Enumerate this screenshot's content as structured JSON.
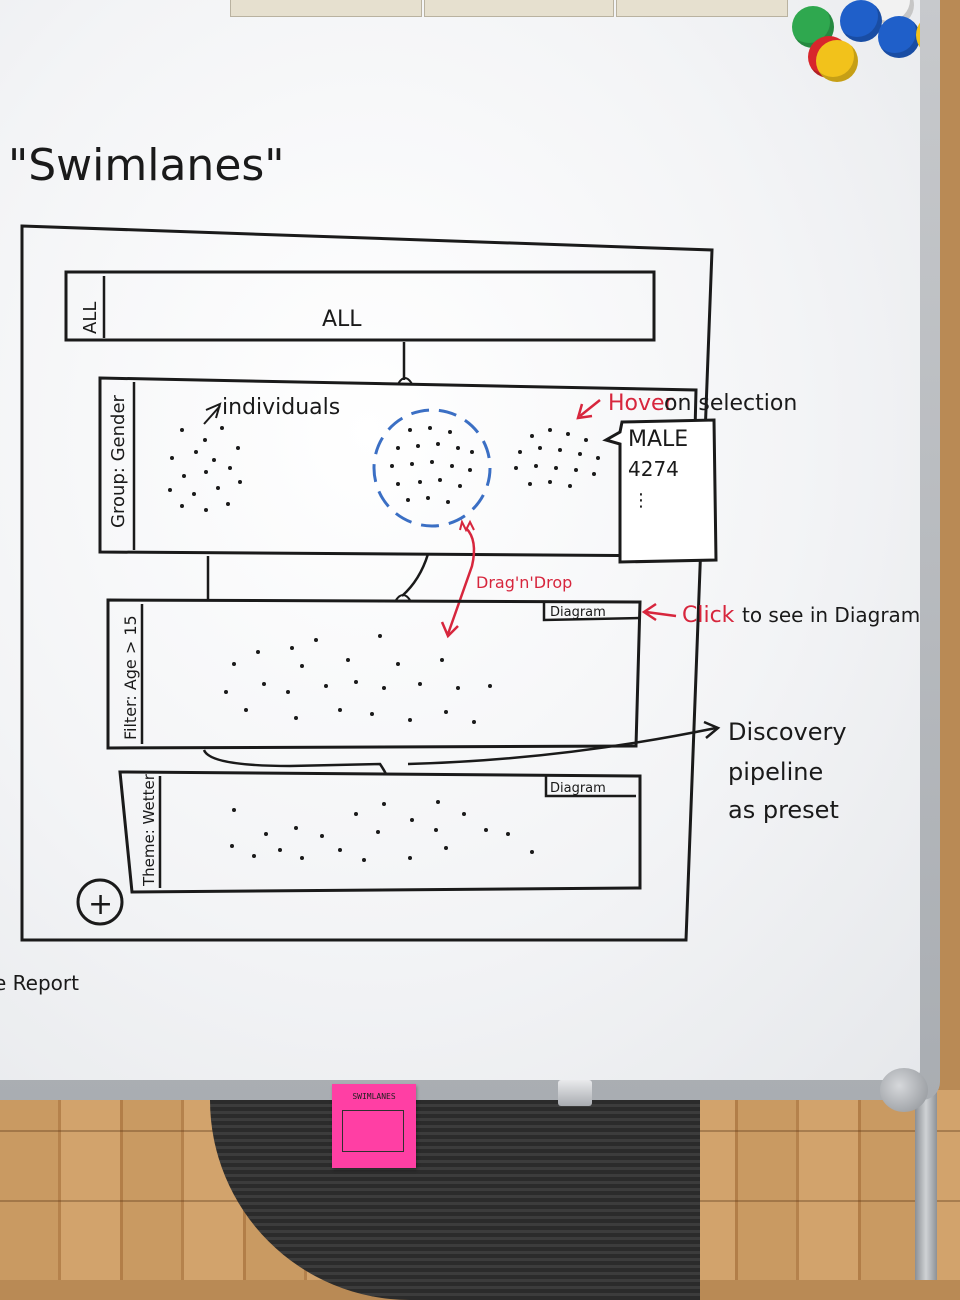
{
  "title": "\"Swimlanes\"",
  "lanes": {
    "all_side_label": "ALL",
    "all_center_label": "ALL",
    "group_label": "Group: Gender",
    "filter_label": "Filter: Age > 15",
    "theme_label": "Theme: Wetter",
    "diagram_tab_1": "Diagram",
    "diagram_tab_2": "Diagram",
    "add_symbol": "+"
  },
  "annotations": {
    "individuals": "individuals",
    "hover": "Hover",
    "hover_rest": "on selection",
    "tooltip_title": "MALE",
    "tooltip_value": "4274",
    "tooltip_more": "⋮",
    "drag_drop": "Drag'n'Drop",
    "click": "Click",
    "click_rest": "to see in Diagram",
    "discovery_line1": "Discovery",
    "discovery_line2": "pipeline",
    "discovery_line3": "as preset",
    "report_fragment": "e Report"
  },
  "sticky_note": {
    "title": "SWIMLANES"
  },
  "colors": {
    "ink": "#1a1a1a",
    "red_ink": "#d7263d",
    "blue_ink": "#3b6fc4",
    "sticky": "#ff3fa4"
  }
}
